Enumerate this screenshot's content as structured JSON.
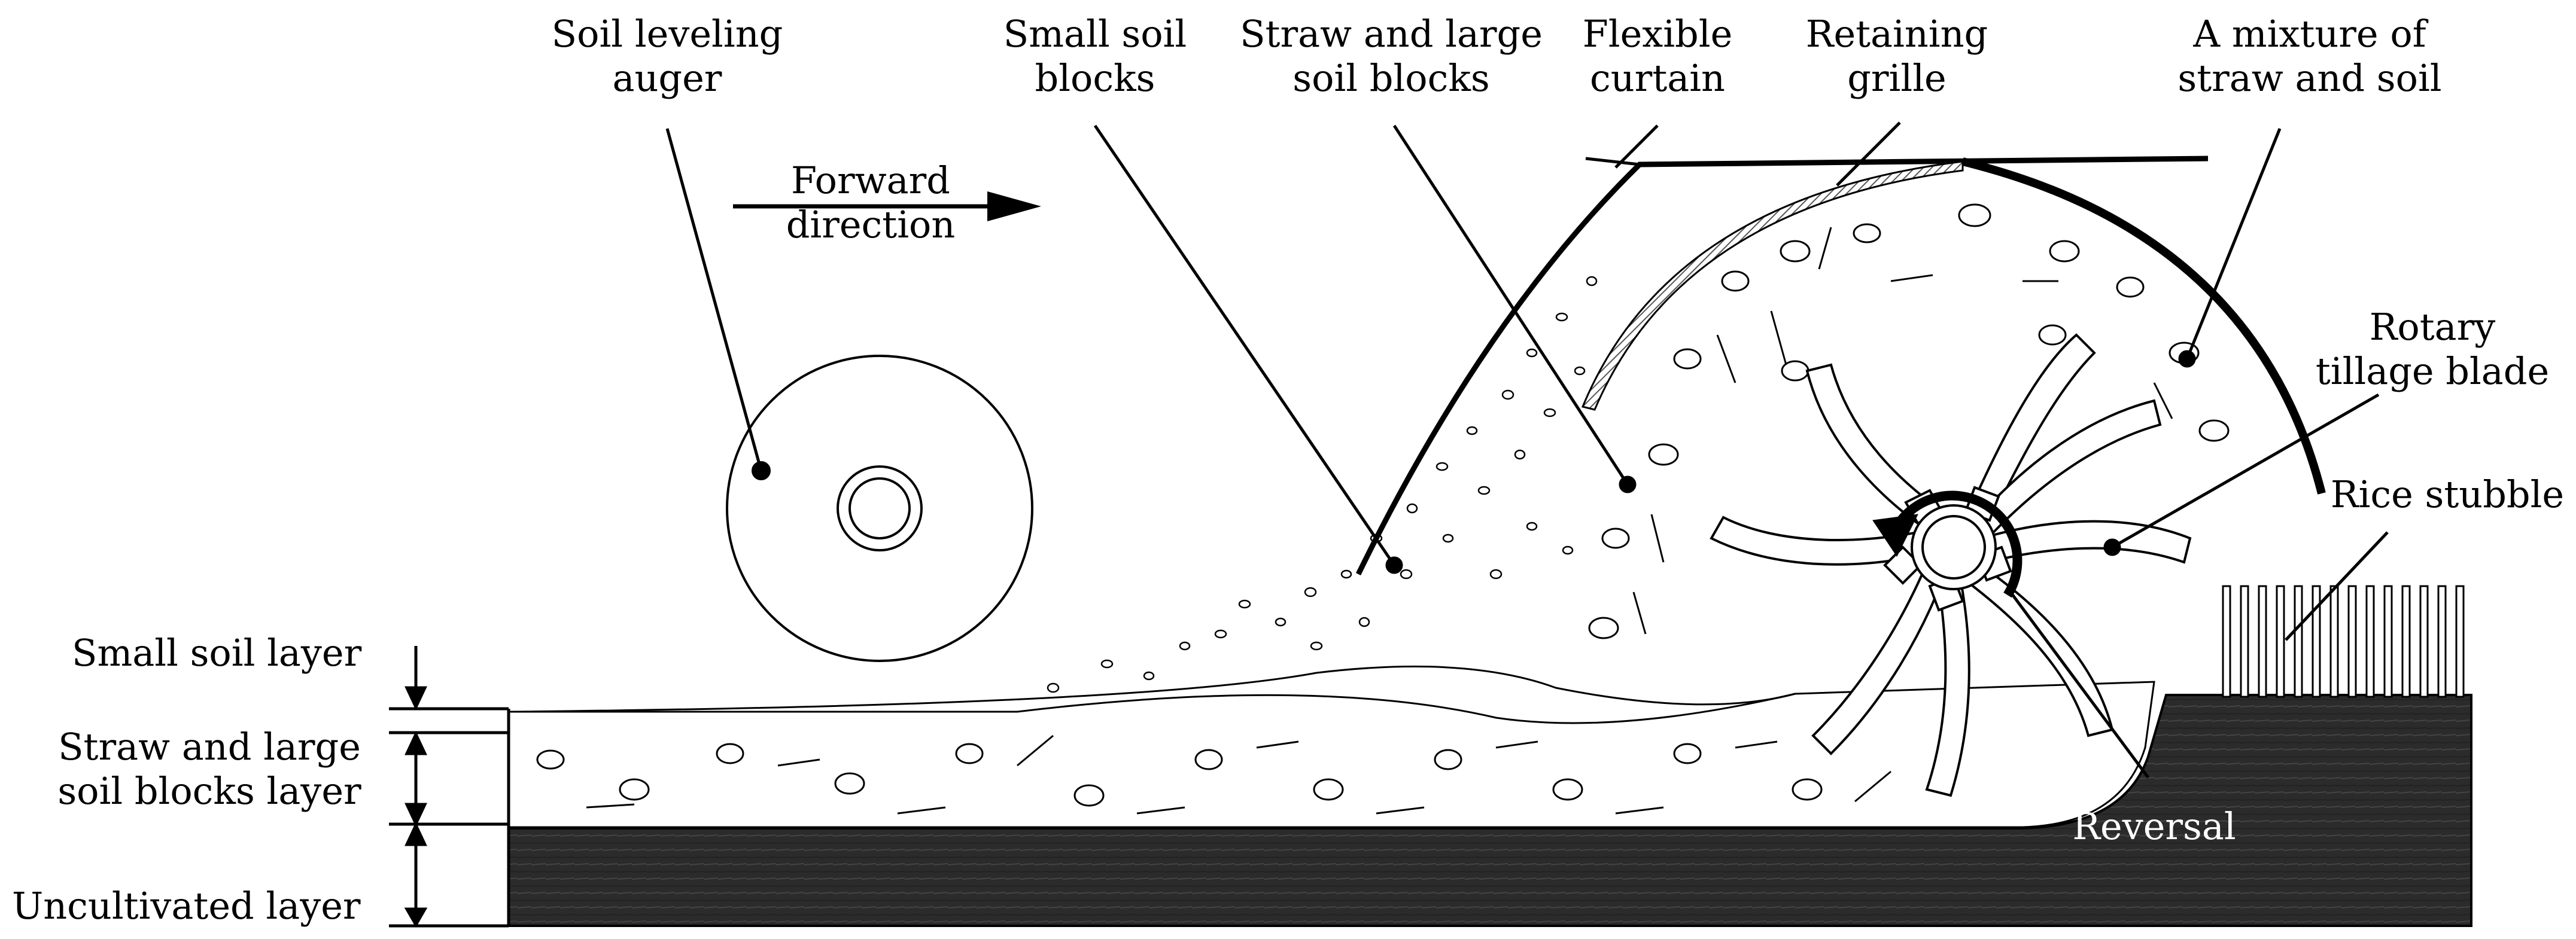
{
  "labels": {
    "auger": [
      "Soil leveling",
      "auger"
    ],
    "forward": [
      "Forward",
      "direction"
    ],
    "small_blocks": [
      "Small soil",
      "blocks"
    ],
    "straw_large": [
      "Straw and large",
      "soil blocks"
    ],
    "curtain": [
      "Flexible",
      "curtain"
    ],
    "grille": [
      "Retaining",
      "grille"
    ],
    "mixture": [
      "A mixture of",
      "straw and soil"
    ],
    "blade": [
      "Rotary",
      "tillage blade"
    ],
    "stubble": "Rice stubble",
    "reversal": "Reversal",
    "small_layer": "Small soil layer",
    "straw_layer": [
      "Straw and large",
      "soil blocks layer"
    ],
    "uncultivated": "Uncultivated layer"
  },
  "colors": {
    "ink": "#000000",
    "ground": "#2b2b2b",
    "grille": "#8a8a8a",
    "paper": "#ffffff"
  }
}
